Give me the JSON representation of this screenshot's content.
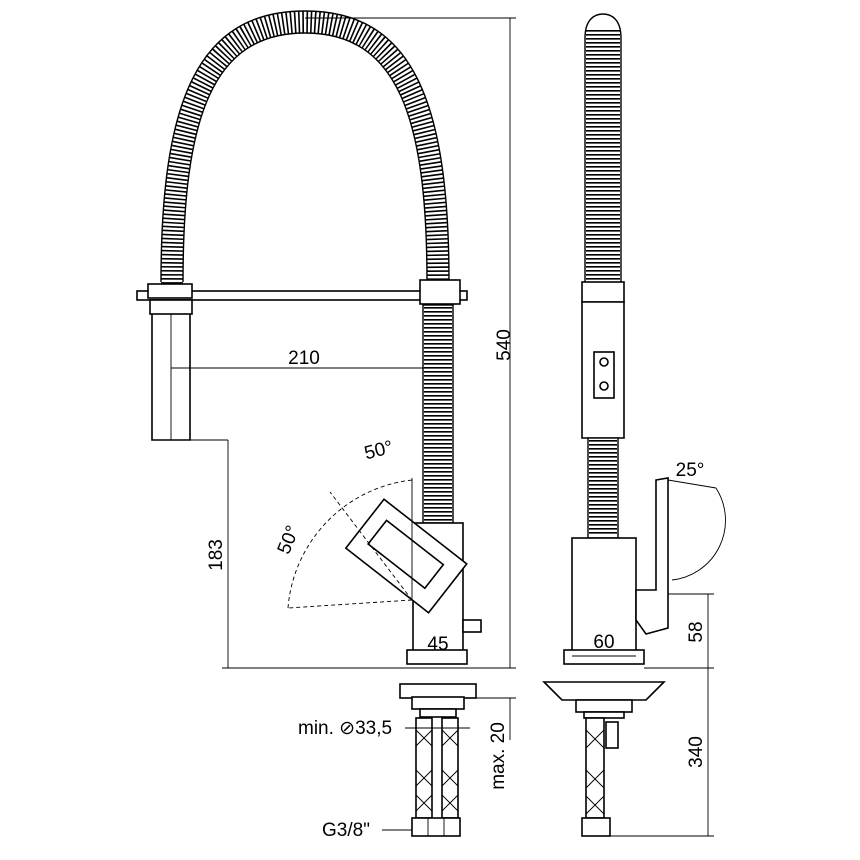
{
  "dimensions": {
    "total_height": "540",
    "spout_reach": "210",
    "spout_height": "183",
    "lever_angle_front_top": "50°",
    "lever_angle_front_side": "50°",
    "body_width_front": "45",
    "lever_angle_side": "25°",
    "body_width_side": "60",
    "base_height": "58",
    "hose_length": "340",
    "hole_diameter": "min. ⊘33,5",
    "deck_thickness": "max. 20",
    "connection_thread": "G3/8\""
  },
  "colors": {
    "line": "#000000",
    "background": "#ffffff"
  }
}
